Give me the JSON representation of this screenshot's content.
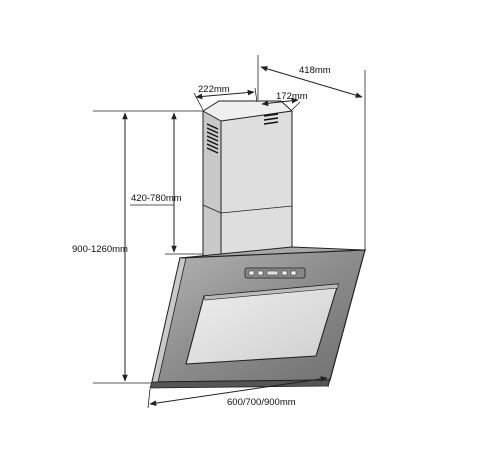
{
  "dimensions": {
    "chimney_width": "222mm",
    "chimney_depth": "172mm",
    "total_depth": "418mm",
    "chimney_height_range": "420-780mm",
    "total_height_range": "900-1260mm",
    "hood_width_options": "600/700/900mm"
  },
  "colors": {
    "line": "#222222",
    "chimney_face": "#d9d9d9",
    "chimney_side": "#c4c4c4",
    "glass_outer": "#9a9a9a",
    "glass_inner": "#7f7f7f",
    "window": "#dcdcdc"
  }
}
